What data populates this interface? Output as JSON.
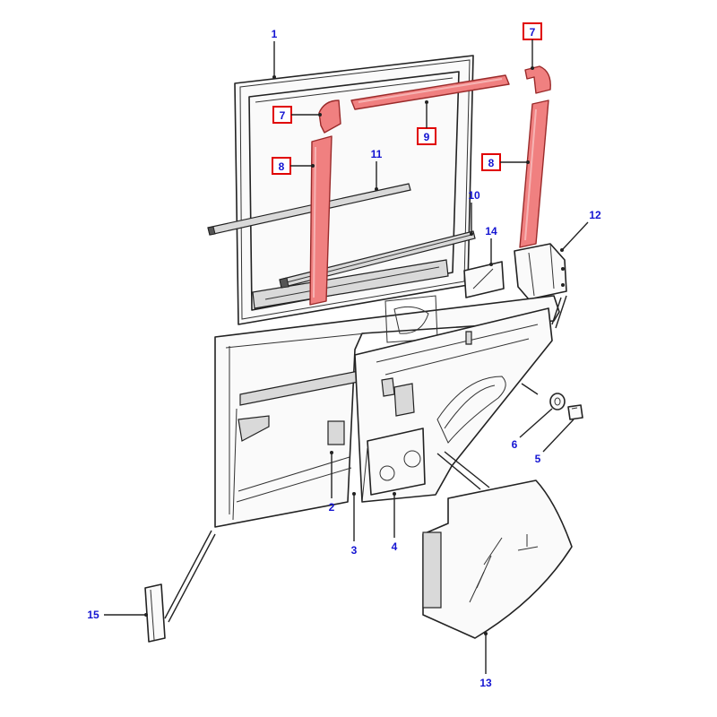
{
  "labels": {
    "l1": "1",
    "l2": "2",
    "l3": "3",
    "l4": "4",
    "l5": "5",
    "l6": "6",
    "l7a": "7",
    "l7b": "7",
    "l8a": "8",
    "l8b": "8",
    "l9": "9",
    "l10": "10",
    "l11": "11",
    "l12": "12",
    "l13": "13",
    "l14": "14",
    "l15": "15"
  },
  "colors": {
    "label_text": "#1414d2",
    "highlight_box": "#e00000",
    "highlighted_part_fill": "#f08080"
  }
}
